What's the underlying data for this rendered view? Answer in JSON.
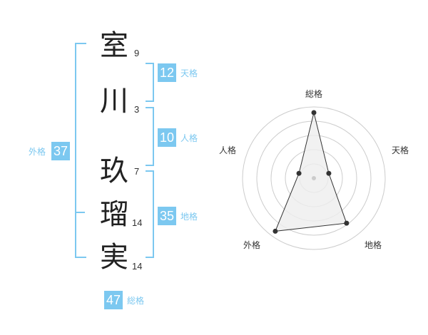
{
  "colors": {
    "accent": "#7cc8f0",
    "bracket": "#7cc8f0"
  },
  "name": {
    "chars": [
      {
        "char": "室",
        "strokes": "9"
      },
      {
        "char": "川",
        "strokes": "3"
      },
      {
        "char": "玖",
        "strokes": "7"
      },
      {
        "char": "瑠",
        "strokes": "14"
      },
      {
        "char": "実",
        "strokes": "14"
      }
    ]
  },
  "kakusu": {
    "tenkaku": {
      "value": "12",
      "label": "天格"
    },
    "jinkaku": {
      "value": "10",
      "label": "人格"
    },
    "chikaku": {
      "value": "35",
      "label": "地格"
    },
    "gaikaku": {
      "value": "37",
      "label": "外格"
    },
    "soukaku": {
      "value": "47",
      "label": "総格"
    }
  },
  "chart_data": {
    "type": "radar",
    "axes": [
      "総格",
      "天格",
      "地格",
      "外格",
      "人格"
    ],
    "values": [
      0.92,
      0.22,
      0.78,
      0.92,
      0.22
    ],
    "rings": 5
  }
}
